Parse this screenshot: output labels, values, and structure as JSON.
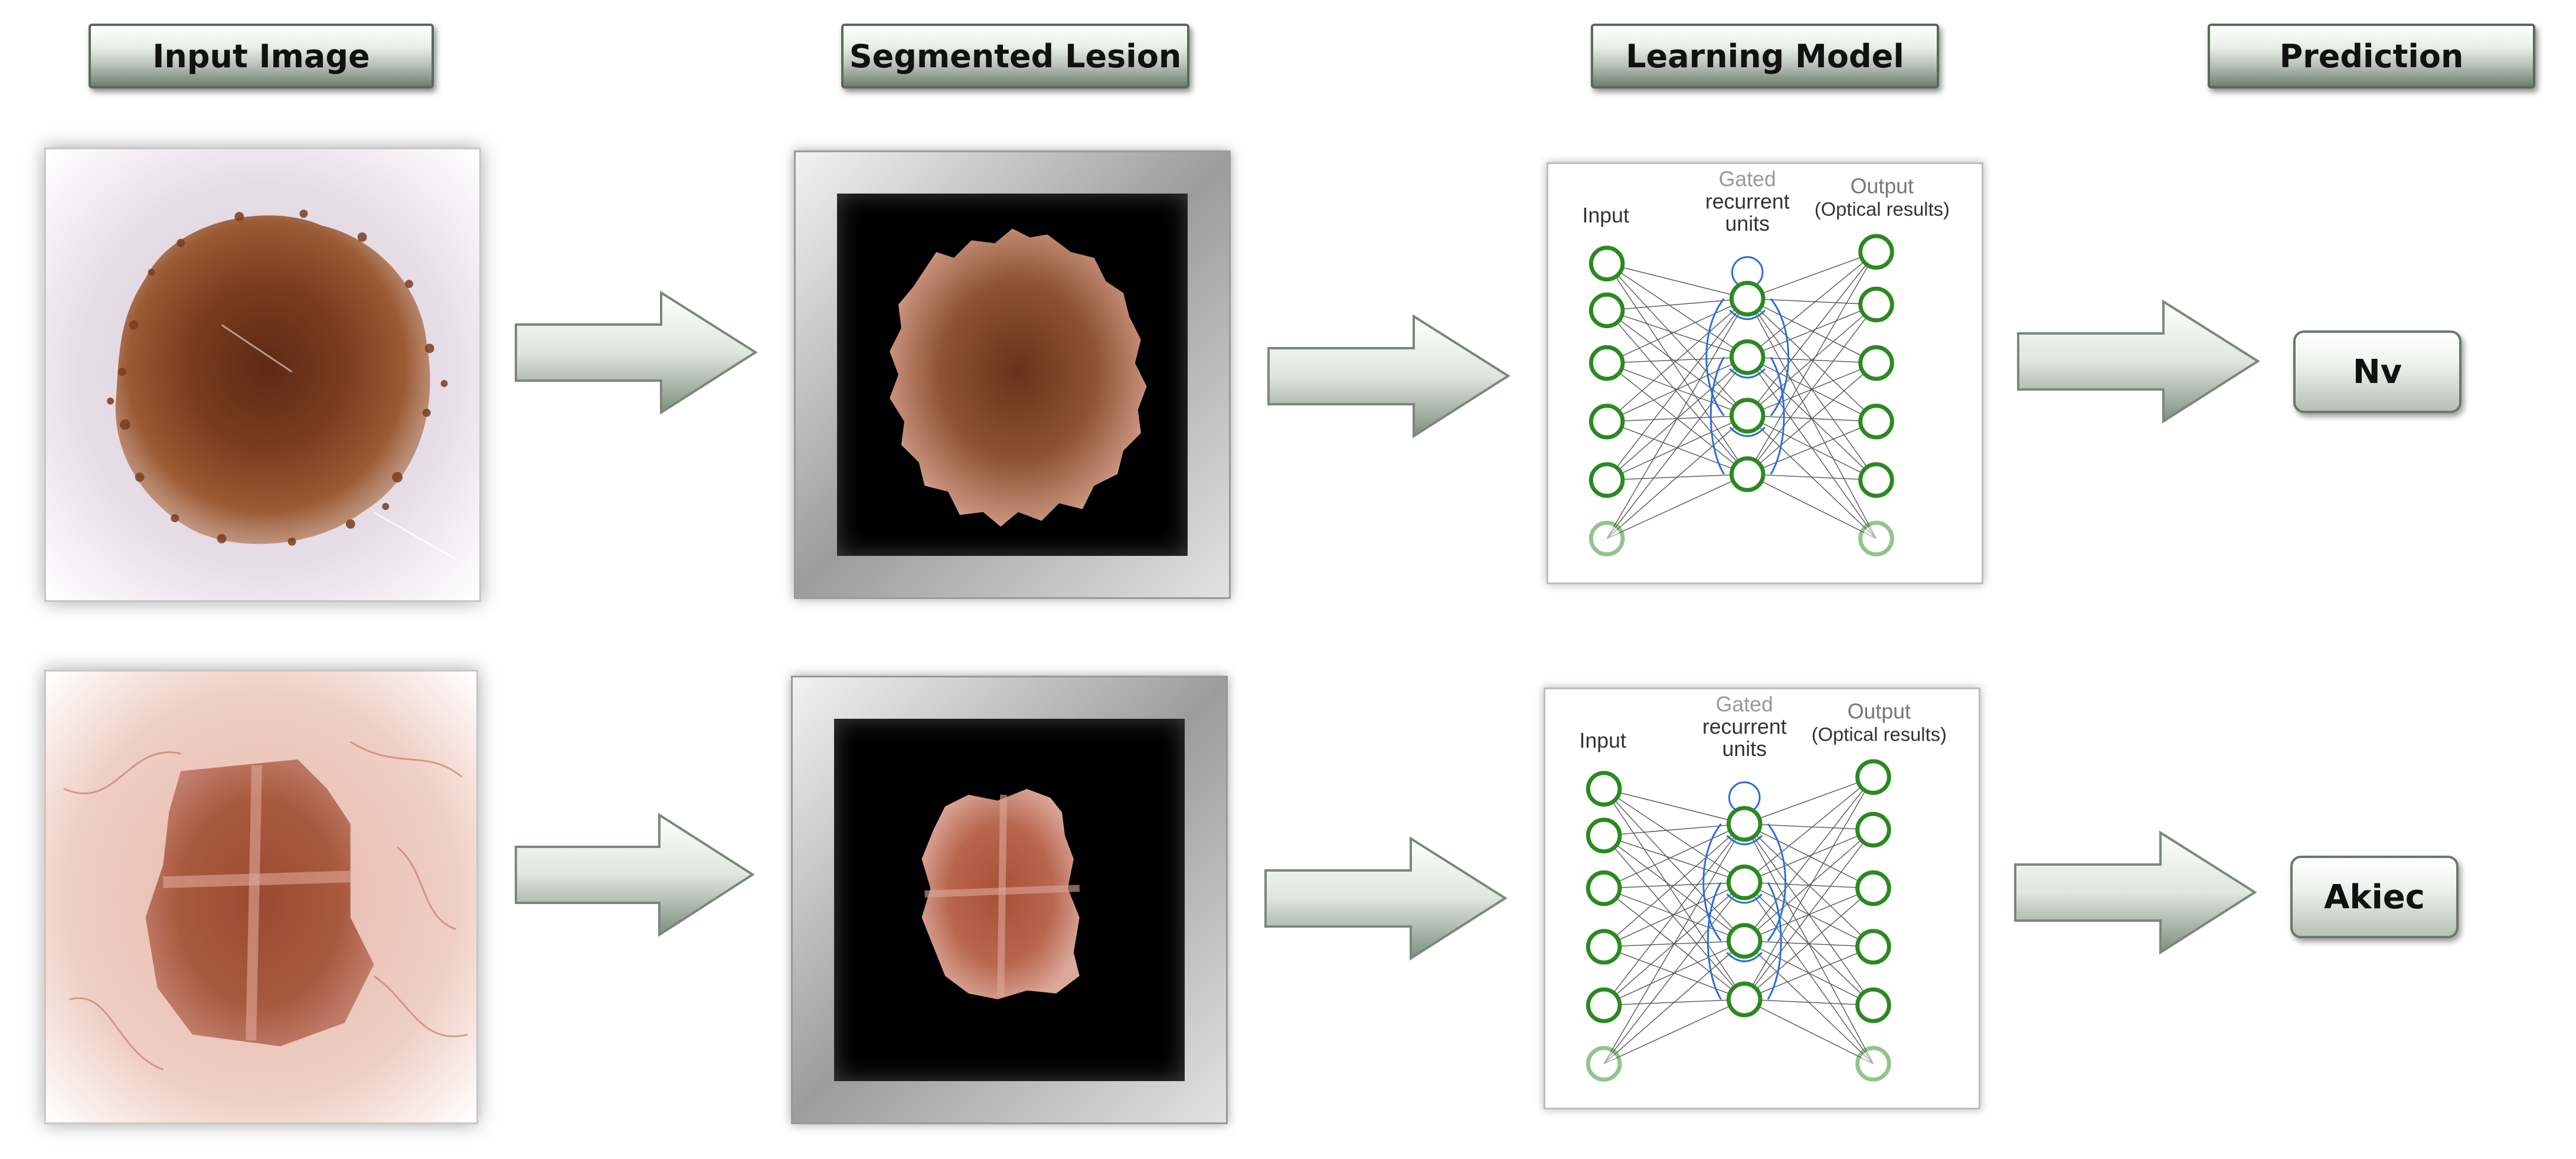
{
  "headers": [
    "Input Image",
    "Segmented Lesion",
    "Learning Model",
    "Prediction"
  ],
  "network": {
    "input_label": "Input",
    "gated_label_1": "Gated",
    "gated_label_2": "recurrent",
    "gated_label_3": "units",
    "output_label_1": "Output",
    "output_label_2": "(Optical results)"
  },
  "predictions": [
    "Nv",
    "Akiec"
  ],
  "colors": {
    "header_dark": "#6f7f6f",
    "arrow_dark": "#7f8f7f",
    "neuron_green": "#2a8a20",
    "recurrent_blue": "#2a6ed8"
  },
  "icons": [
    "right-arrow-icon"
  ]
}
